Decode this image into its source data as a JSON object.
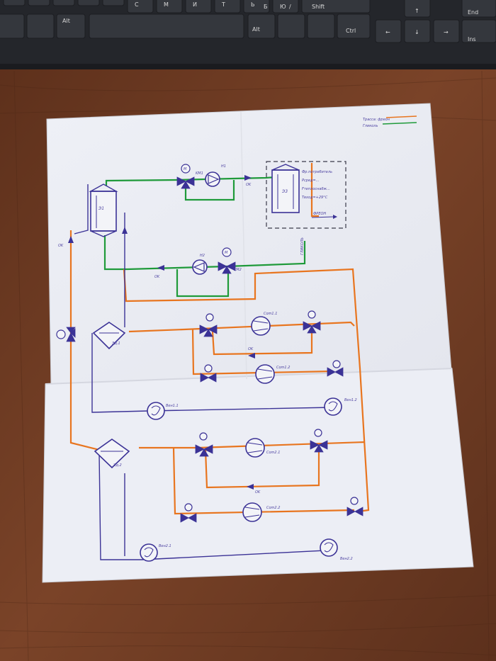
{
  "keyboard": {
    "keys": [
      "С",
      "М",
      "И",
      "Т",
      "Ь",
      "Б",
      "Ю",
      "/",
      "Shift",
      "End",
      "Alt",
      "Alt",
      "Ctrl",
      "Ins"
    ]
  },
  "legend": {
    "freon": "Трасса: фреон",
    "glycol": "Гликоль"
  },
  "labels": {
    "consumer_title": "Фр.потребитель",
    "consumer_line1": "Pсред=...",
    "consumer_line2": "Fтеплоснабж...",
    "consumer_line3": "Tвход=+29°C",
    "consumer_out": "ФРЕОН",
    "glycol_vert": "ГЛИКОЛЬ",
    "m1": "M",
    "m2": "M",
    "pump1": "H1",
    "pump2": "H2",
    "ok1": "OK",
    "ok2": "OK",
    "ok3": "OK",
    "ok4": "OK",
    "ok5": "OK",
    "hx1": "Э1",
    "hx3": "Э3",
    "cond1": "Эд.1",
    "cond2": "Эд.2",
    "com11": "Com1.1",
    "com12": "Com1.2",
    "com21": "Com2.1",
    "com22": "Com2.2",
    "fan11": "Вен1.1",
    "fan12": "Вен1.2",
    "fan21": "Вен2.1",
    "fan22": "Вен2.2",
    "mk1": "KM1",
    "mk2": "KM2"
  },
  "colors": {
    "freon": "#e8751f",
    "glycol": "#1f9a3a",
    "ink": "#3b3296",
    "paper": "#f1f2f6",
    "table": "#6b3a22",
    "keyboard": "#2a2c31"
  }
}
